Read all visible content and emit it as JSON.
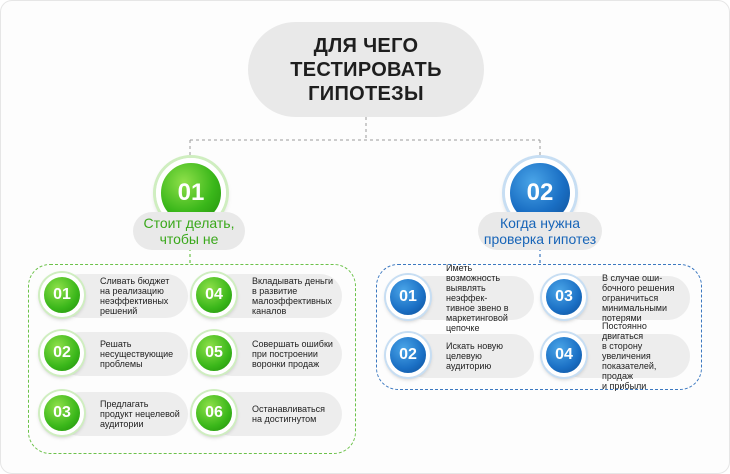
{
  "title": "ДЛЯ ЧЕГО\nТЕСТИРОВАТЬ\nГИПОТЕЗЫ",
  "left": {
    "badge": "01",
    "label": "Стоит делать,\nчтобы не",
    "color": "#3ab71a",
    "items": [
      {
        "num": "01",
        "text": "Сливать бюджет\nна реализацию\nнеэффективных\nрешений"
      },
      {
        "num": "04",
        "text": "Вкладывать деньги\nв развитие\nмалоэффективных\nканалов"
      },
      {
        "num": "02",
        "text": "Решать\nнесуществующие\nпроблемы"
      },
      {
        "num": "05",
        "text": "Совершать ошибки\nпри построении\nворонки продаж"
      },
      {
        "num": "03",
        "text": "Предлагать\nпродукт нецелевой\nаудитории"
      },
      {
        "num": "06",
        "text": "Останавливаться\nна достигнутом"
      }
    ]
  },
  "right": {
    "badge": "02",
    "label": "Когда нужна\nпроверка гипотез",
    "color": "#1a6fc4",
    "items": [
      {
        "num": "01",
        "text": "Иметь возможность\nвыявлять неэффек-\nтивное звено в\nмаркетинговой\nцепочке"
      },
      {
        "num": "03",
        "text": "В случае оши-\nбочного решения\nограничиться\nминимальными\nпотерями"
      },
      {
        "num": "02",
        "text": "Искать новую\nцелевую аудиторию"
      },
      {
        "num": "04",
        "text": "Постоянно двигаться\nв сторону увеличения\nпоказателей, продаж\nи прибыли"
      }
    ]
  }
}
